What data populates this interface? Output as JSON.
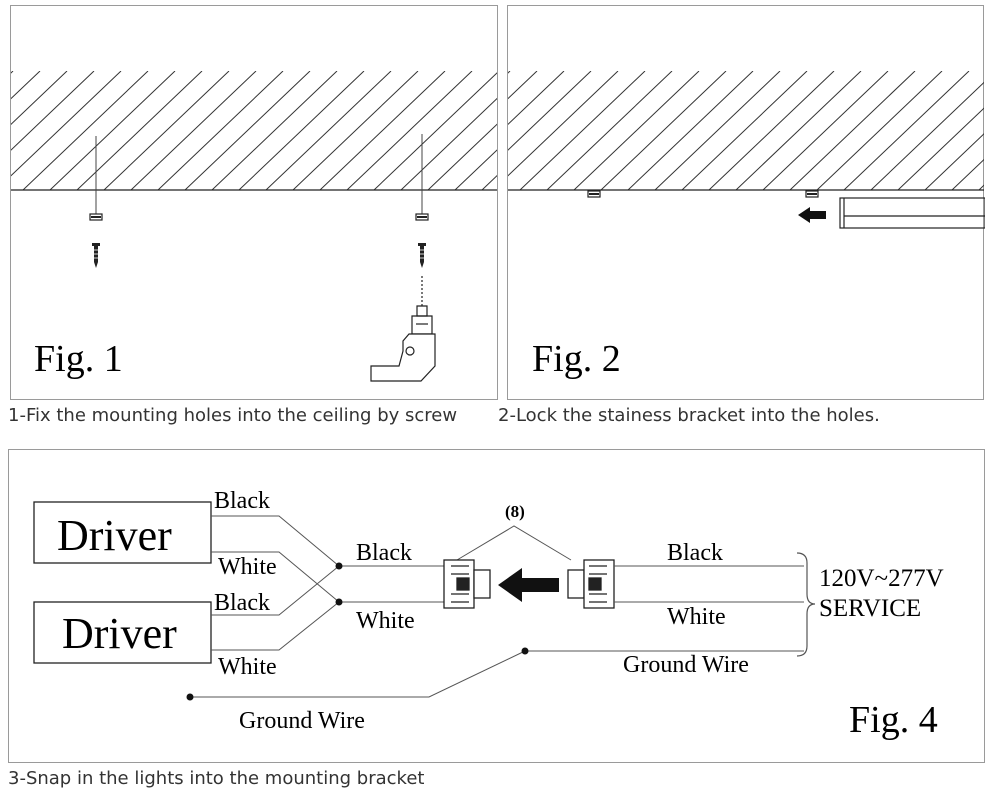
{
  "fig1": {
    "label": "Fig. 1",
    "caption": "1-Fix the mounting holes into the ceiling by screw"
  },
  "fig2": {
    "label": "Fig. 2",
    "caption": "2-Lock the stainess bracket into the holes."
  },
  "fig4": {
    "label": "Fig. 4",
    "caption": "3-Snap in the lights into the mounting bracket",
    "driver_top": "Driver",
    "driver_bottom": "Driver",
    "wire_black": "Black",
    "wire_white": "White",
    "connector_callout": "(8)",
    "service_voltage": "120V~277V",
    "service_label": "SERVICE",
    "ground_wire": "Ground Wire"
  },
  "icons": [
    "screw-icon",
    "anchor-icon",
    "drill-icon",
    "bracket-icon",
    "arrow-left-icon",
    "connector-icon"
  ]
}
